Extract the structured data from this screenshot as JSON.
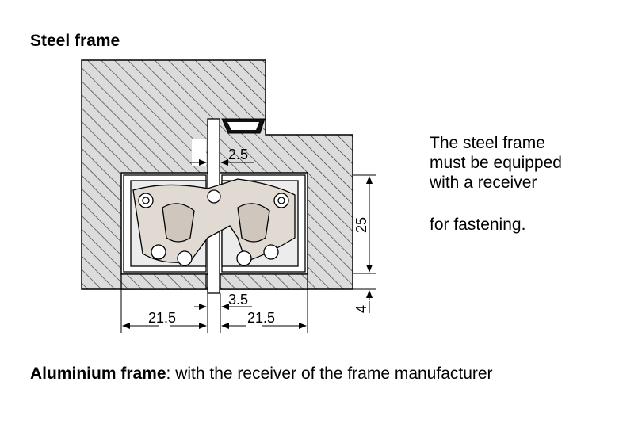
{
  "title": "Steel frame",
  "note": {
    "line1": "The steel frame",
    "line2": "must be equipped",
    "line3": "with a receiver",
    "line4": "for fastening."
  },
  "dimensions": {
    "gap": "2.5",
    "height": "25",
    "offset": "3.5",
    "left_width": "21.5",
    "right_width": "21.5",
    "lip": "4"
  },
  "footer": {
    "bold": "Aluminium frame",
    "colon": ":",
    "rest": " with the receiver of the frame manufacturer"
  },
  "colors": {
    "frame_fill": "#dcdcdc",
    "hinge_fill": "#e0dad2",
    "line": "#000000"
  }
}
